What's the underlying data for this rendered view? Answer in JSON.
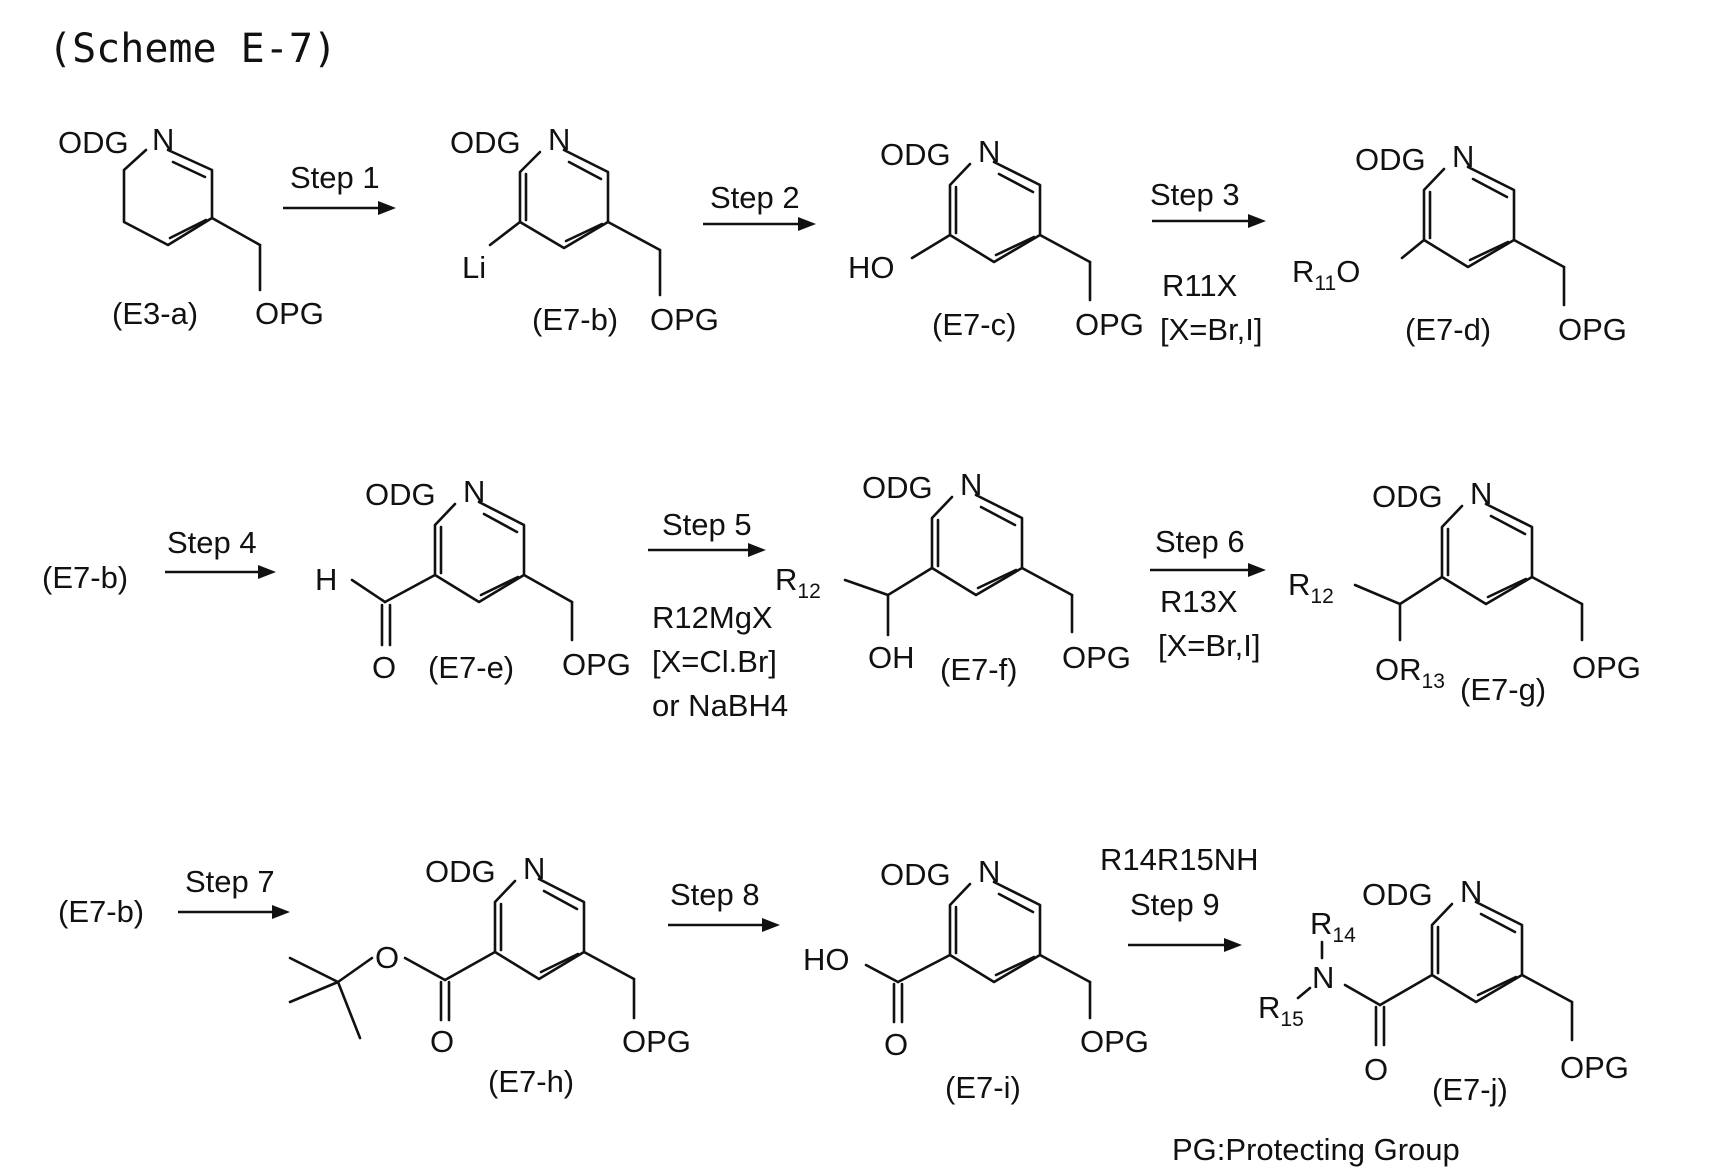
{
  "title": "(Scheme E-7)",
  "atoms": {
    "odg": "ODG",
    "n": "N",
    "opg": "OPG",
    "li": "Li",
    "ho": "HO",
    "o": "O",
    "h": "H",
    "oh": "OH",
    "r": "R",
    "r11_num": "11",
    "r12_num": "12",
    "r13_num": "13",
    "r14_num": "14",
    "r15_num": "15"
  },
  "compounds": {
    "e3a": "(E3-a)",
    "e7b": "(E7-b)",
    "e7c": "(E7-c)",
    "e7d": "(E7-d)",
    "e7e": "(E7-e)",
    "e7f": "(E7-f)",
    "e7g": "(E7-g)",
    "e7h": "(E7-h)",
    "e7i": "(E7-i)",
    "e7j": "(E7-j)",
    "start_row2": "(E7-b)",
    "start_row3": "(E7-b)"
  },
  "steps": {
    "step1": "Step 1",
    "step2": "Step 2",
    "step3": "Step 3",
    "step4": "Step 4",
    "step5": "Step 5",
    "step6": "Step 6",
    "step7": "Step 7",
    "step8": "Step 8",
    "step9": "Step 9"
  },
  "reagents": {
    "r11x": "R11X",
    "r11x_cond": "[X=Br,I]",
    "r12mgx": "R12MgX",
    "r12mgx_cond": "[X=Cl.Br]",
    "r12_alt": "or NaBH4",
    "r13x": "R13X",
    "r13x_cond": "[X=Br,I]",
    "amine": "R14R15NH"
  },
  "footnote": "PG:Protecting Group"
}
